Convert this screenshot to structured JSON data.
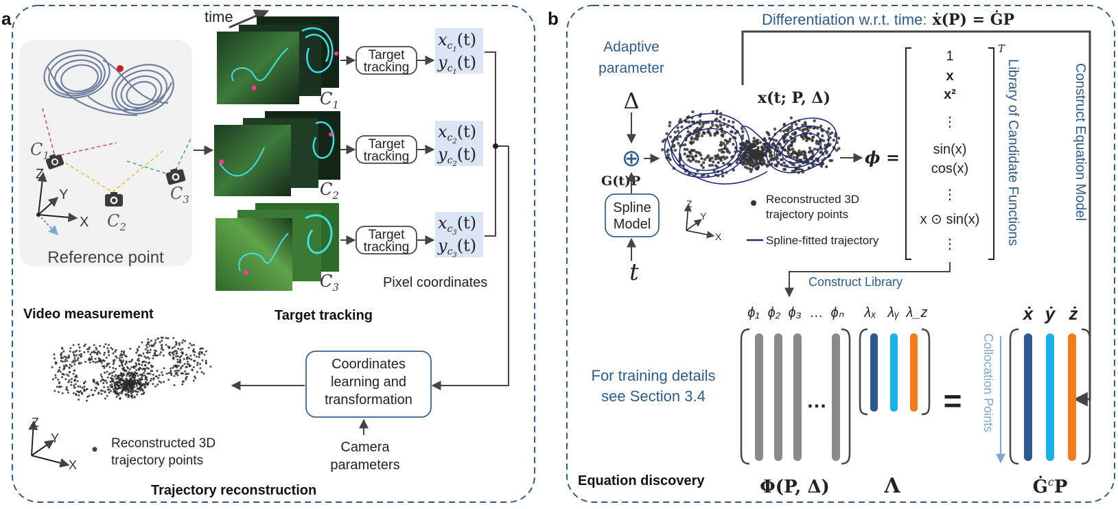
{
  "panel_a": {
    "letter": "a",
    "time_label": "time",
    "reference_point": "Reference point",
    "video_measurement": "Video measurement",
    "target_tracking_title": "Target tracking",
    "trajectory_reconstruction": "Trajectory reconstruction",
    "pixel_coordinates": "Pixel coordinates",
    "cameras": [
      {
        "label": "C",
        "sub": "1"
      },
      {
        "label": "C",
        "sub": "2"
      },
      {
        "label": "C",
        "sub": "3"
      }
    ],
    "axes": {
      "x": "X",
      "y": "Y",
      "z": "Z"
    },
    "tracker_line1": "Target",
    "tracker_line2": "tracking",
    "outputs": [
      {
        "x_main": "x",
        "x_sub": "c",
        "x_subsub": "1",
        "y_main": "y",
        "y_sub": "c",
        "y_subsub": "1",
        "arg": "(t)"
      },
      {
        "x_main": "x",
        "x_sub": "c",
        "x_subsub": "2",
        "y_main": "y",
        "y_sub": "c",
        "y_subsub": "2",
        "arg": "(t)"
      },
      {
        "x_main": "x",
        "x_sub": "c",
        "x_subsub": "3",
        "y_main": "y",
        "y_sub": "c",
        "y_subsub": "3",
        "arg": "(t)"
      }
    ],
    "coords_box": [
      "Coordinates",
      "learning and",
      "transformation"
    ],
    "camera_params": [
      "Camera",
      "parameters"
    ],
    "recon_legend": [
      "Reconstructed 3D",
      "trajectory points"
    ]
  },
  "panel_b": {
    "letter": "b",
    "diff_text": "Differentiation w.r.t. time:",
    "diff_formula": "ẋ(P) = ĠP",
    "adaptive": [
      "Adaptive",
      "parameter"
    ],
    "delta": "Δ",
    "oplus": "⊕",
    "gtp": "G(t)P",
    "spline_box": [
      "Spline",
      "Model"
    ],
    "t_symbol": "t",
    "x_formula": "x(t; P, Δ)",
    "phi_eq": "ϕ =",
    "library_entries": [
      "1",
      "x",
      "x²",
      "⋮",
      "sin(x)",
      "cos(x)",
      "⋮",
      "x ⊙ sin(x)",
      "⋮"
    ],
    "transpose": "T",
    "library_label": "Library of Candidate Functions",
    "construct_model": "Construct Equation Model",
    "legend_points": [
      "Reconstructed 3D",
      "trajectory points"
    ],
    "legend_spline": "Spline-fitted trajectory",
    "axes": {
      "x": "X",
      "y": "Y",
      "z": "Z"
    },
    "construct_library": "Construct Library",
    "phi_headers": [
      "ϕ₁",
      "ϕ₂",
      "ϕ₃",
      "…",
      "ϕₙ"
    ],
    "lambda_headers": [
      "λₓ",
      "λᵧ",
      "λ_z"
    ],
    "dot_headers": [
      "ẋ",
      "ẏ",
      "ż"
    ],
    "training_note": [
      "For training details",
      "see Section 3.4"
    ],
    "ellipsis": "…",
    "equals": "=",
    "collocation": "Collocation Points",
    "equation_discovery": "Equation discovery",
    "phi_matrix_label": "Φ(P, Δ)",
    "lambda_label": "Λ",
    "g_label_main": "Ġ",
    "g_label_sup": "c",
    "g_label_tail": "P"
  },
  "colors": {
    "dashed_border": "#2f5b8a",
    "text_blue": "#2f5b8a",
    "box_stroke_blue": "#3a6189",
    "highlight": "#dbe5f5",
    "attractor": "#6e7f9e",
    "spline_line": "#1f2a7a",
    "column_gray": "#8a8a8a",
    "lambda_x": "#2d5a8c",
    "lambda_y": "#1ab0e8",
    "lambda_z": "#f07d1a",
    "red_dash": "#d23b3b",
    "yellow_dash": "#f0b429",
    "green_dash": "#2aa070",
    "video_bg": "#234a2a",
    "track_cyan": "#3de0e8",
    "marker_pink": "#ff3a8c"
  }
}
